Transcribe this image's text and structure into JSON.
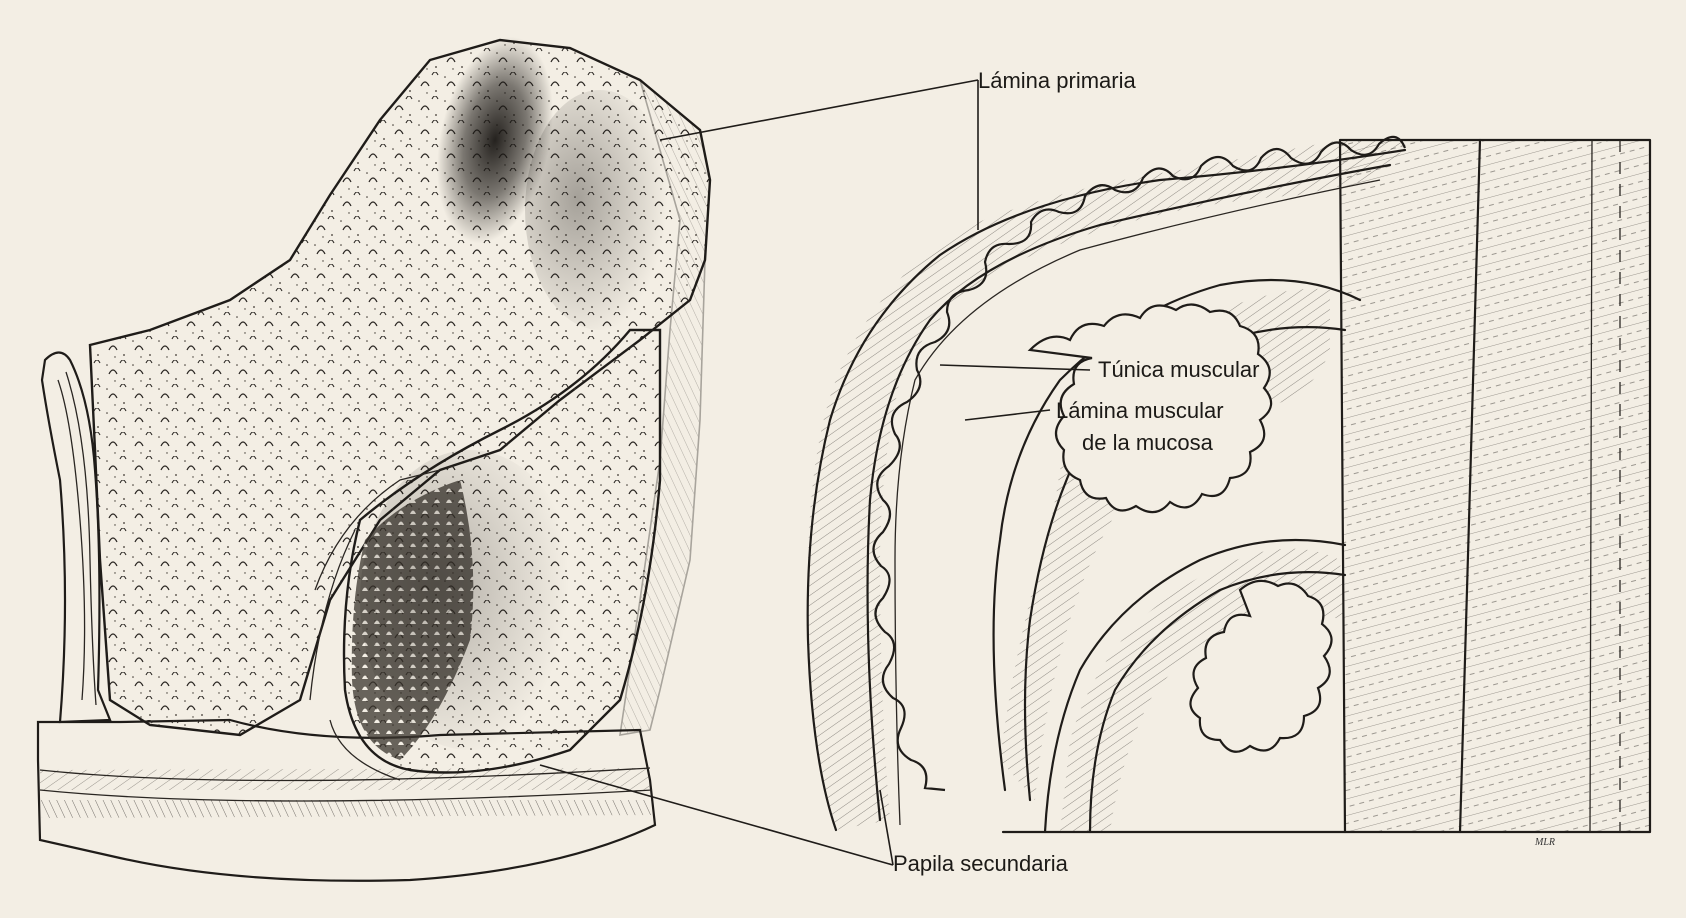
{
  "labels": {
    "lamina_primaria": "Lámina primaria",
    "tunica_muscular": "Túnica muscular",
    "lamina_muscular_line1": "Lámina muscular",
    "lamina_muscular_line2": "de la mucosa",
    "papila_secundaria": "Papila secundaria"
  },
  "signature": "MLR",
  "colors": {
    "paper": "#f3eee4",
    "ink": "#1f1c19",
    "stipple": "#3a342d"
  }
}
